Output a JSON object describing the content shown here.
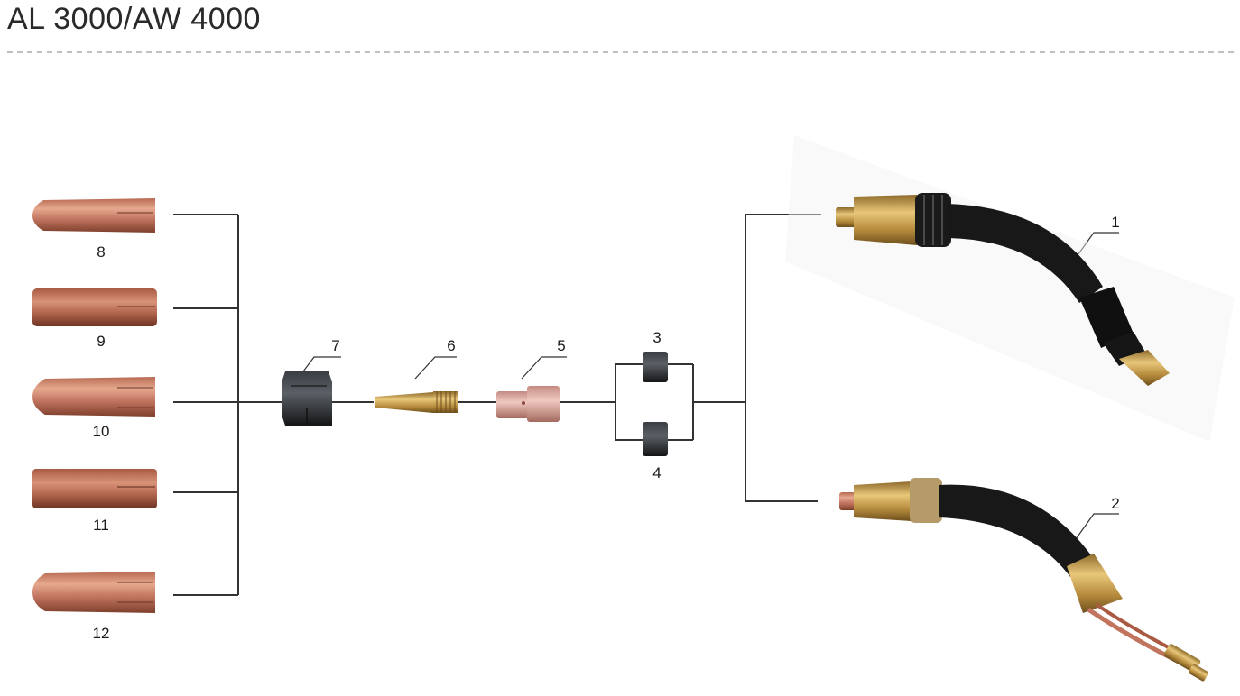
{
  "title": "AL 3000/AW 4000",
  "colors": {
    "copper": "#c2755e",
    "copper_dark": "#8a4a36",
    "brass": "#c9a24a",
    "black": "#1b1b1b",
    "line": "#333333"
  },
  "parts": [
    {
      "number": "1",
      "kind": "torch-neck-gas-cooled"
    },
    {
      "number": "2",
      "kind": "torch-neck-water-cooled"
    },
    {
      "number": "3",
      "kind": "insulator"
    },
    {
      "number": "4",
      "kind": "insulator"
    },
    {
      "number": "5",
      "kind": "tip-holder"
    },
    {
      "number": "6",
      "kind": "contact-tip"
    },
    {
      "number": "7",
      "kind": "nozzle-adapter"
    },
    {
      "number": "8",
      "kind": "nozzle"
    },
    {
      "number": "9",
      "kind": "nozzle"
    },
    {
      "number": "10",
      "kind": "nozzle"
    },
    {
      "number": "11",
      "kind": "nozzle"
    },
    {
      "number": "12",
      "kind": "nozzle"
    }
  ]
}
